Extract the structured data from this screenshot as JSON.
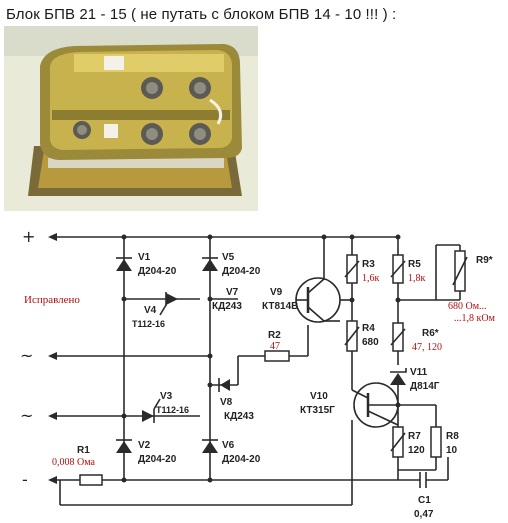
{
  "title": "Блок БПВ 21 - 15 ( не путать с блоком БПВ 14 - 10 !!! ) :",
  "colors": {
    "annotation": "#b01010",
    "wire": "#2a2a2a",
    "photo_bg": "#e9ead8"
  },
  "terminals": {
    "plus": "+",
    "ac1": "~",
    "ac2": "~",
    "minus": "-"
  },
  "note": "Исправлено",
  "components": {
    "V1": {
      "ref": "V1",
      "type": "Д204-20"
    },
    "V2": {
      "ref": "V2",
      "type": "Д204-20"
    },
    "V3": {
      "ref": "V3",
      "type": "Т112-16"
    },
    "V4": {
      "ref": "V4",
      "type": "Т112-16"
    },
    "V5": {
      "ref": "V5",
      "type": "Д204-20"
    },
    "V6": {
      "ref": "V6",
      "type": "Д204-20"
    },
    "V7": {
      "ref": "V7",
      "type": "КД243"
    },
    "V8": {
      "ref": "V8",
      "type": "КД243"
    },
    "V9": {
      "ref": "V9",
      "type": "КТ814В"
    },
    "V10": {
      "ref": "V10",
      "type": "КТ315Г"
    },
    "V11": {
      "ref": "V11",
      "type": "Д814Г"
    },
    "R1": {
      "ref": "R1",
      "value": "0,008 Ома"
    },
    "R2": {
      "ref": "R2",
      "value": "47"
    },
    "R3": {
      "ref": "R3",
      "value": "1,6к"
    },
    "R4": {
      "ref": "R4",
      "value": "680"
    },
    "R5": {
      "ref": "R5",
      "value": "1,8к"
    },
    "R6": {
      "ref": "R6*",
      "value": "47, 120"
    },
    "R7": {
      "ref": "R7",
      "value": "120"
    },
    "R8": {
      "ref": "R8",
      "value": "10"
    },
    "R9": {
      "ref": "R9*",
      "value_line1": "680 Ом...",
      "value_line2": "...1,8 кОм"
    },
    "C1": {
      "ref": "C1",
      "value": "0,47"
    }
  }
}
